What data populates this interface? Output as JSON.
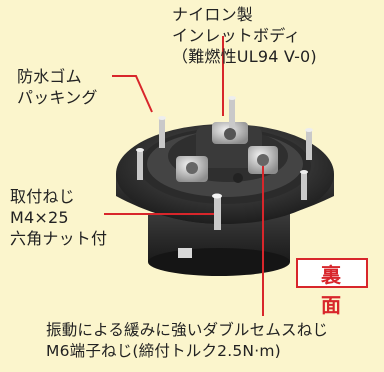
{
  "labels": {
    "nylon_body": [
      "ナイロン製",
      "インレットボディ",
      "（難燃性UL94 V-0)"
    ],
    "rubber_packing": [
      "防水ゴム",
      "パッキング"
    ],
    "mounting_screw": [
      "取付ねじ",
      "M4×25",
      "六角ナット付"
    ],
    "terminal_screw": [
      "振動による緩みに強いダブルセムスねじ",
      "M6端子ねじ(締付トルク2.5N·m)"
    ]
  },
  "badge": "裏 面",
  "colors": {
    "background": "#fbf5cc",
    "leader_line": "#d8262b",
    "badge_border": "#d8262b",
    "badge_text": "#d8262b"
  }
}
